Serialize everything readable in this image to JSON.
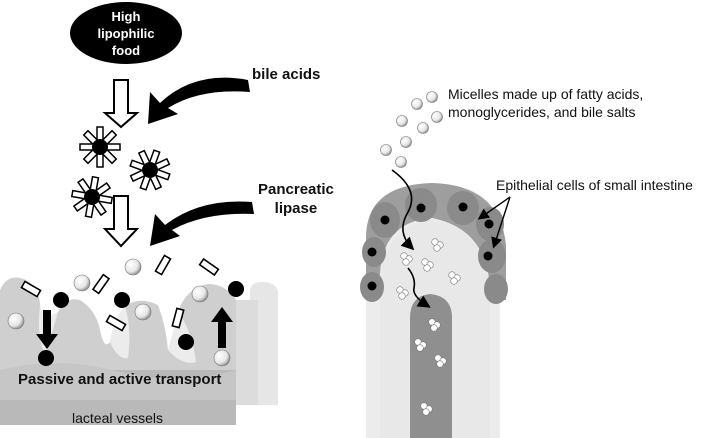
{
  "food_label": "High\nlipophilic\nfood",
  "bile_acids_label": "bile acids",
  "lipase_label": "Pancreatic\nlipase",
  "transport_label": "Passive and active transport",
  "lacteal_label": "lacteal vessels",
  "micelles_label": "Micelles made up of fatty acids,\nmonoglycerides, and bile salts",
  "epithelial_label": "Epithelial cells of small intestine"
}
